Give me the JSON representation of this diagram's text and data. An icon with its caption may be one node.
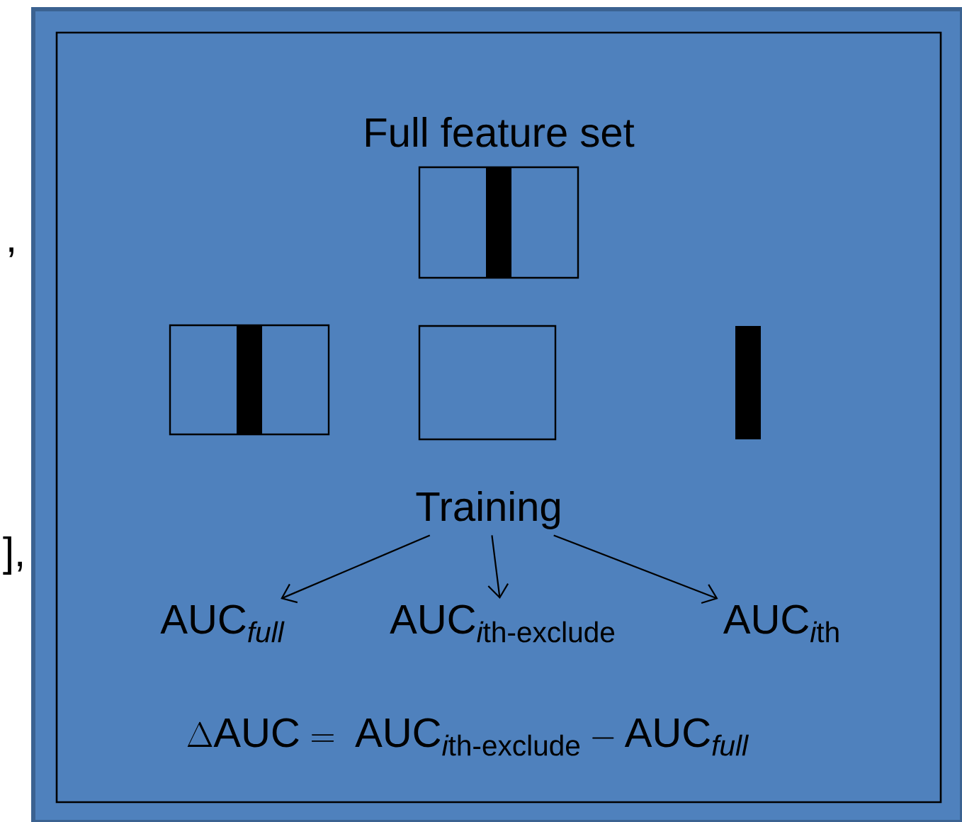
{
  "diagram": {
    "nodes": [
      {
        "text": [
          "Full feature set"
        ]
      },
      {
        "text": [],
        "shape": "bar",
        "in": 0
      },
      {
        "text": [],
        "shape": "box"
      },
      {
        "text": [],
        "shape": "bar",
        "in": 2
      },
      {
        "text": [],
        "shape": "box"
      },
      {
        "text": [],
        "shape": "bar"
      },
      {
        "text": [
          "Training"
        ]
      },
      {
        "text": [
          "\\mathrm{AUC}_{\\mathit{full}}"
        ]
      },
      {
        "text": [
          "\\mathrm{AUC}_{\\mathit{i}\\text{th-exclude}}"
        ]
      },
      {
        "text": [
          "\\mathrm{AUC}_{\\mathit{i}\\mathrm{th}}"
        ]
      }
    ],
    "edges": [
      {
        "from": 6,
        "to": 7,
        "arrow": "to"
      },
      {
        "from": 6,
        "to": 8,
        "arrow": "to"
      },
      {
        "from": 6,
        "to": 9,
        "arrow": "to"
      }
    ],
    "labels": [
      ",",
      "],",
      "\\Delta\\mathrm{AUC} =\\; \\mathrm{AUC}_{\\mathit{i}\\text{th-exclude}} - \\mathrm{AUC}_{\\mathit{full}}"
    ]
  }
}
